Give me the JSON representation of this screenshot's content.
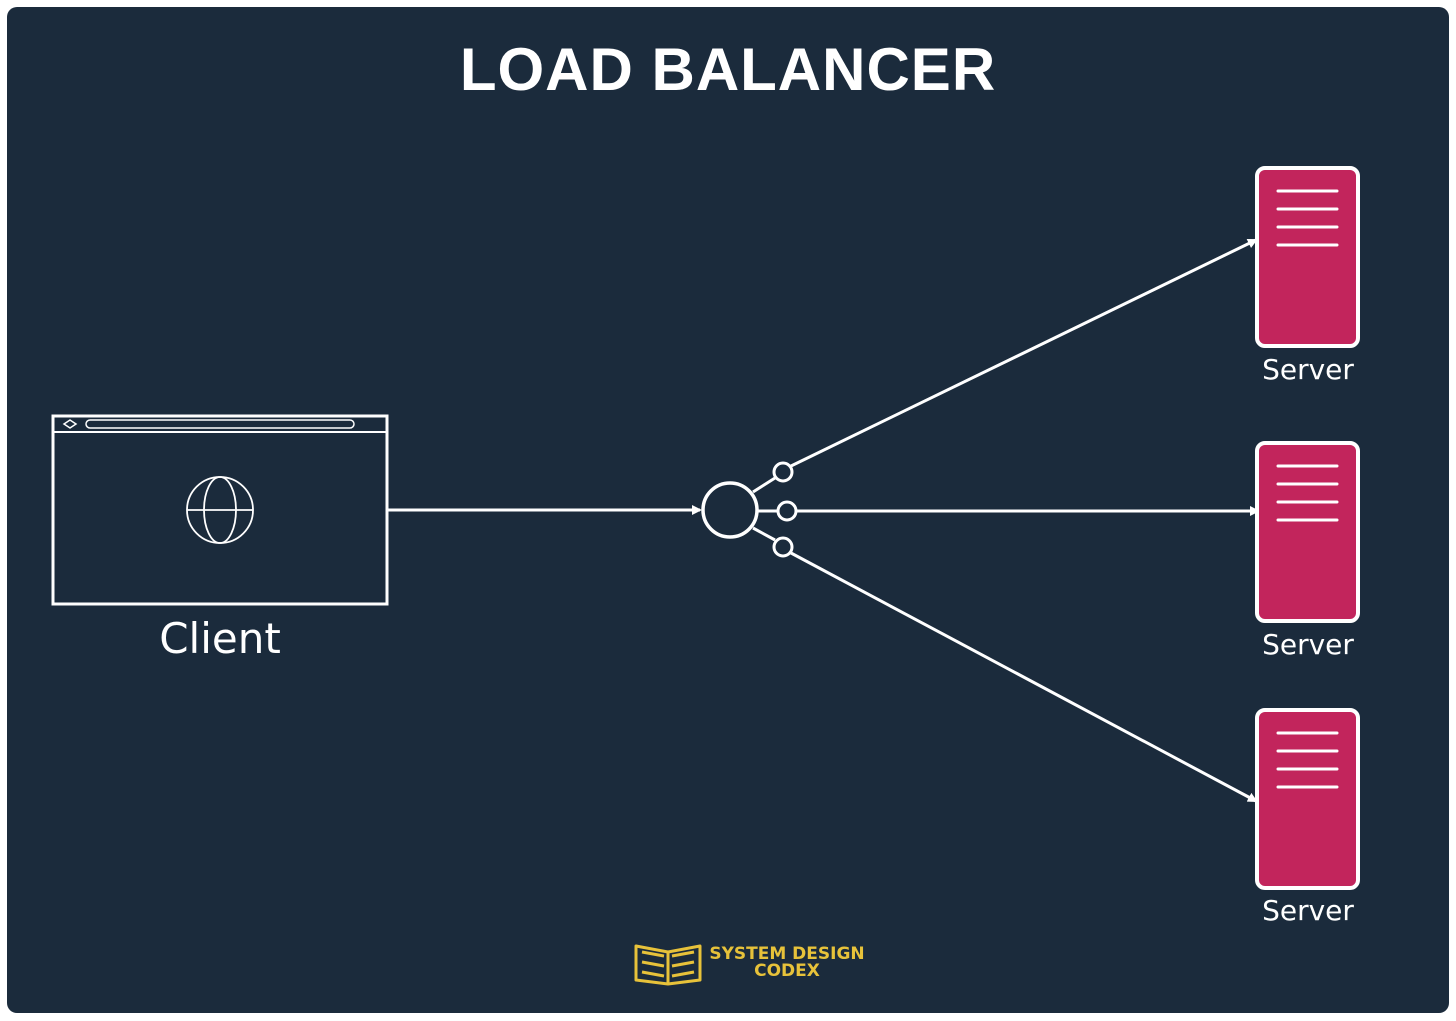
{
  "title": "LOAD BALANCER",
  "client": {
    "label": "Client",
    "icon": "globe-icon"
  },
  "load_balancer": {
    "icon": "load-balancer-node-icon",
    "ports": 3
  },
  "servers": [
    {
      "label": "Server",
      "color": "#c2255c"
    },
    {
      "label": "Server",
      "color": "#c2255c"
    },
    {
      "label": "Server",
      "color": "#c2255c"
    }
  ],
  "colors": {
    "background": "#1b2b3c",
    "stroke": "#ffffff",
    "server_fill": "#c2255c",
    "logo": "#e7c23a"
  },
  "logo": {
    "line1": "SYSTEM DESIGN",
    "line2": "CODEX",
    "icon": "open-book-icon"
  }
}
